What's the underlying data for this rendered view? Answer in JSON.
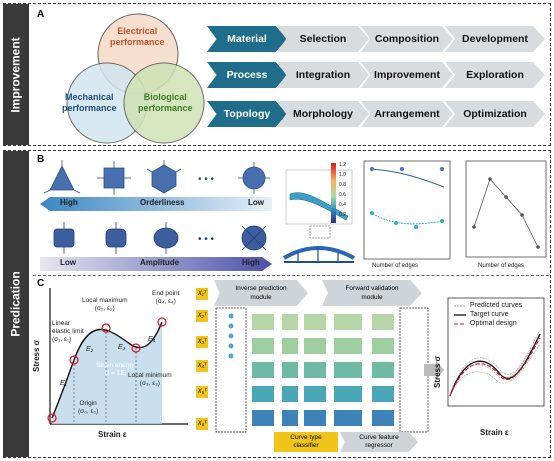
{
  "sections": {
    "improvement": "Improvement",
    "predication": "Predication"
  },
  "panel_labels": {
    "a": "A",
    "b": "B",
    "c": "C"
  },
  "venn": {
    "electrical": [
      "Electrical",
      "performance"
    ],
    "mechanical": [
      "Mechanical",
      "performance"
    ],
    "biological": [
      "Biological",
      "performance"
    ]
  },
  "chevron_rows": [
    {
      "head": "Material",
      "items": [
        "Selection",
        "Composition",
        "Development"
      ]
    },
    {
      "head": "Process",
      "items": [
        "Integration",
        "Improvement",
        "Exploration"
      ]
    },
    {
      "head": "Topology",
      "items": [
        "Morphology",
        "Arrangement",
        "Optimization"
      ]
    }
  ],
  "panelB": {
    "orderliness": {
      "left": "High",
      "mid": "Orderliness",
      "right": "Low"
    },
    "amplitude": {
      "left": "Low",
      "mid": "Amplitude",
      "right": "High"
    },
    "ellipsis": "• • •",
    "colorbar_ticks": [
      "1.2",
      "1.0",
      "0.8",
      "0.6",
      "0.4",
      "0.2"
    ],
    "plot1_xlabel": "Number of edges",
    "plot2_xlabel": "Number of edges"
  },
  "panelC": {
    "stress_label": "Stress σ",
    "strain_label": "Strain ε",
    "points": {
      "linear": [
        "Linear",
        "elastic limit",
        "(σ₁, ε₁)"
      ],
      "localmax": [
        "Local maximum",
        "(σ₂, ε₂)"
      ],
      "endpoint": [
        "End point",
        "(σ₄, ε₄)"
      ],
      "localmin": [
        "Local minimum",
        "(σ₃, ε₃)"
      ],
      "origin": [
        "Origin",
        "(σ₀, ε₀)"
      ],
      "E1": "E₁",
      "E2": "E₂",
      "E3": "E₃",
      "E4": "E₄",
      "energy": [
        "Strain energy",
        "U = ΣEᵢ"
      ]
    },
    "inverse_module": [
      "Inverse prediction",
      "module"
    ],
    "forward_module": [
      "Forward validation",
      "module"
    ],
    "curve_type": [
      "Curve type",
      "classifier"
    ],
    "curve_feature": [
      "Curve feature",
      "regressor"
    ],
    "x_tags": [
      "X₁ᵀ",
      "X₂ᵀ",
      "X₃ᵀ",
      "X₄ᵀ",
      "X₅ᵀ",
      "X₆ᵀ"
    ],
    "legend": [
      "Predicted curves",
      "Target curve",
      "Optimal design"
    ],
    "plot_xlabel": "Strain ε",
    "plot_ylabel": "Stress σ"
  }
}
